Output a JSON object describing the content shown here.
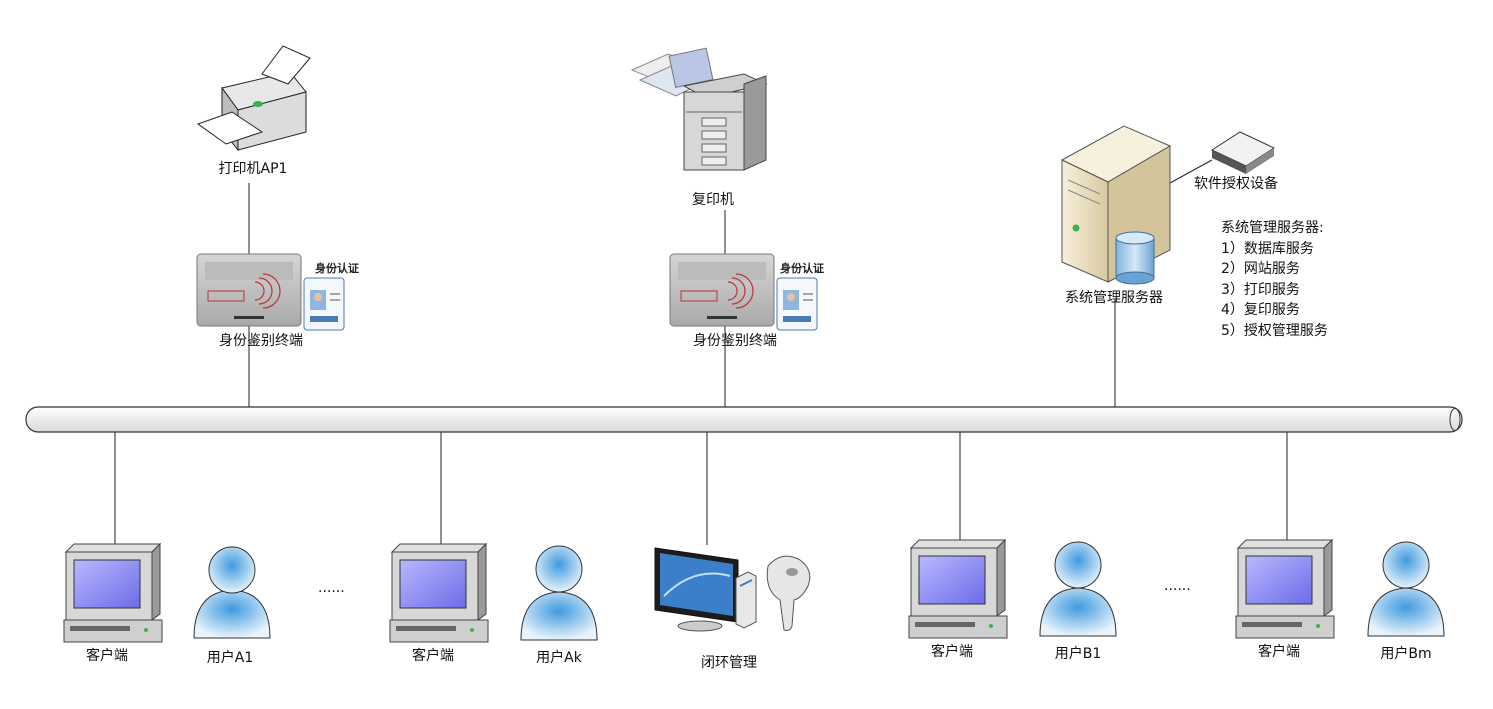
{
  "top": {
    "printer_label": "打印机AP1",
    "copier_label": "复印机",
    "server_label": "系统管理服务器",
    "license_device_label": "软件授权设备",
    "terminal_label_1": "身份鉴别终端",
    "terminal_label_2": "身份鉴别终端",
    "badge_text": "身份认证"
  },
  "services": {
    "title": "系统管理服务器:",
    "items": [
      "1）数据库服务",
      "2）网站服务",
      "3）打印服务",
      "4）复印服务",
      "5）授权管理服务"
    ]
  },
  "bottom": {
    "client_label": "客户端",
    "user_a1": "用户A1",
    "user_ak": "用户Ak",
    "user_b1": "用户B1",
    "user_bm": "用户Bm",
    "ellipsis_left": "......",
    "ellipsis_right": "......",
    "closed_loop_label": "闭环管理"
  },
  "colors": {
    "line": "#222222",
    "bus_fill": "#f2f2f2",
    "screen": "#8f8ff0",
    "user": "#8ec6ea",
    "server_body": "#efe4c8",
    "database": "#9cc8e8"
  }
}
